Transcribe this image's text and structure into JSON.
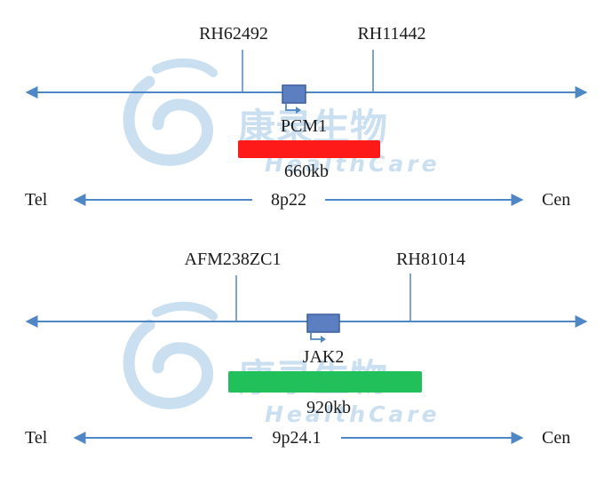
{
  "watermark": {
    "text_cn": "康录生物",
    "text_en": "HealthCare",
    "color": "#9fc6e4"
  },
  "colors": {
    "axis": "#4f86c6",
    "gene_box": "#5b7fc0",
    "bar_pcm1": "#ff1a1a",
    "bar_jak2": "#22c05a"
  },
  "panels": [
    {
      "markers": [
        "RH62492",
        "RH11442"
      ],
      "gene": "PCM1",
      "size": "660kb",
      "left_label": "Tel",
      "band": "8p22",
      "right_label": "Cen"
    },
    {
      "markers": [
        "AFM238ZC1",
        "RH81014"
      ],
      "gene": "JAK2",
      "size": "920kb",
      "left_label": "Tel",
      "band": "9p24.1",
      "right_label": "Cen"
    }
  ]
}
